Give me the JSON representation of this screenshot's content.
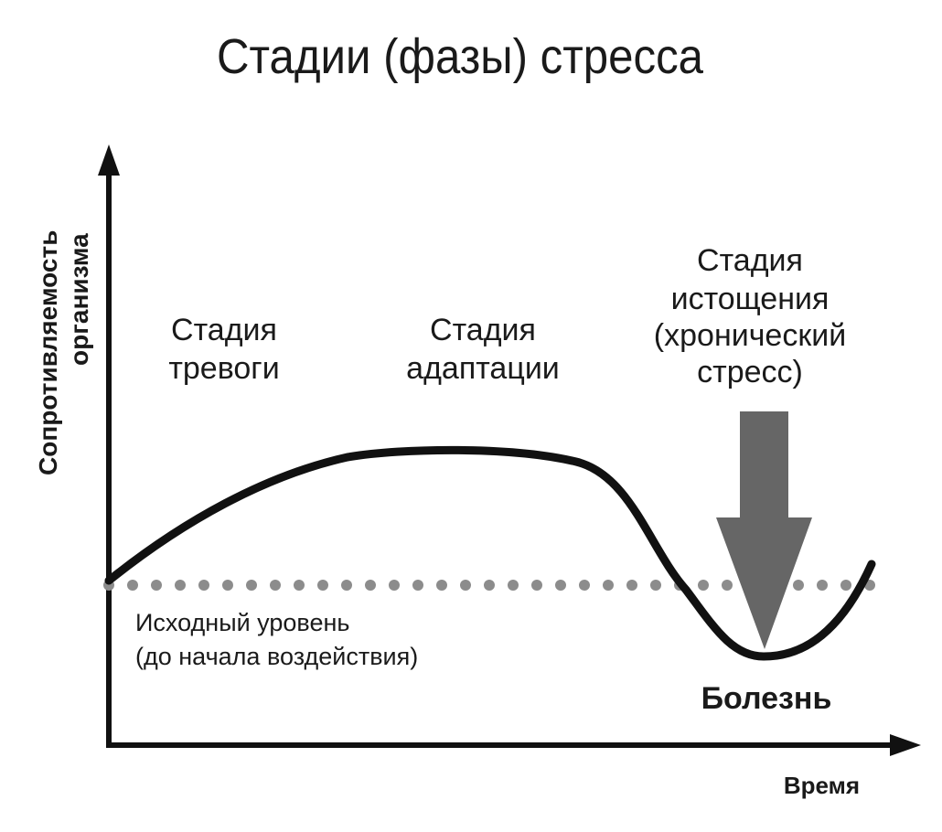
{
  "title": "Стадии (фазы) стресса",
  "y_axis_label": [
    "Сопротивляемость",
    "организма"
  ],
  "x_axis_label": "Время",
  "stages": [
    {
      "lines": [
        "Стадия",
        "тревоги"
      ]
    },
    {
      "lines": [
        "Стадия",
        "адаптации"
      ]
    },
    {
      "lines": [
        "Стадия",
        "истощения",
        "(хронический",
        "стресс)"
      ]
    }
  ],
  "baseline_label": [
    "Исходный уровень",
    "(до начала воздействия)"
  ],
  "disease_label": "Болезнь",
  "colors": {
    "curve": "#111111",
    "baseline_dots": "#8c8c8c",
    "arrow": "#666666",
    "axes": "#111111"
  }
}
